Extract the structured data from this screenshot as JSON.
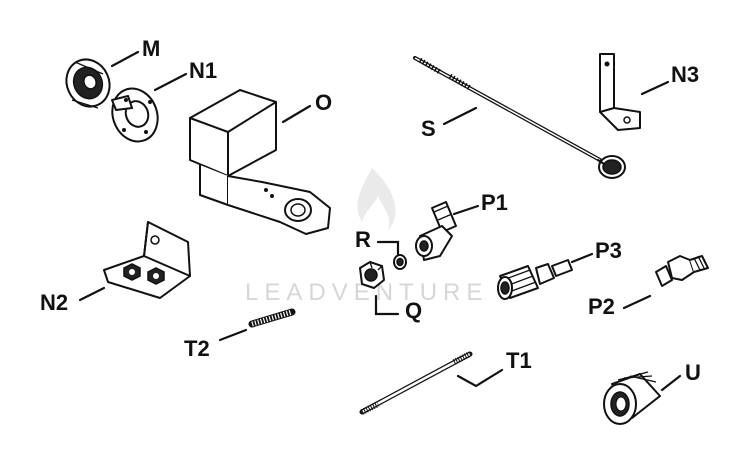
{
  "watermark": "LEADVENTURE",
  "labels": {
    "M": "M",
    "N1": "N1",
    "O": "O",
    "S": "S",
    "N3": "N3",
    "P1": "P1",
    "R": "R",
    "P3": "P3",
    "N2": "N2",
    "Q": "Q",
    "P2": "P2",
    "T2": "T2",
    "T1": "T1",
    "U": "U"
  },
  "colors": {
    "ink": "#111111",
    "background": "#ffffff",
    "watermark": "#d6d6d6"
  }
}
